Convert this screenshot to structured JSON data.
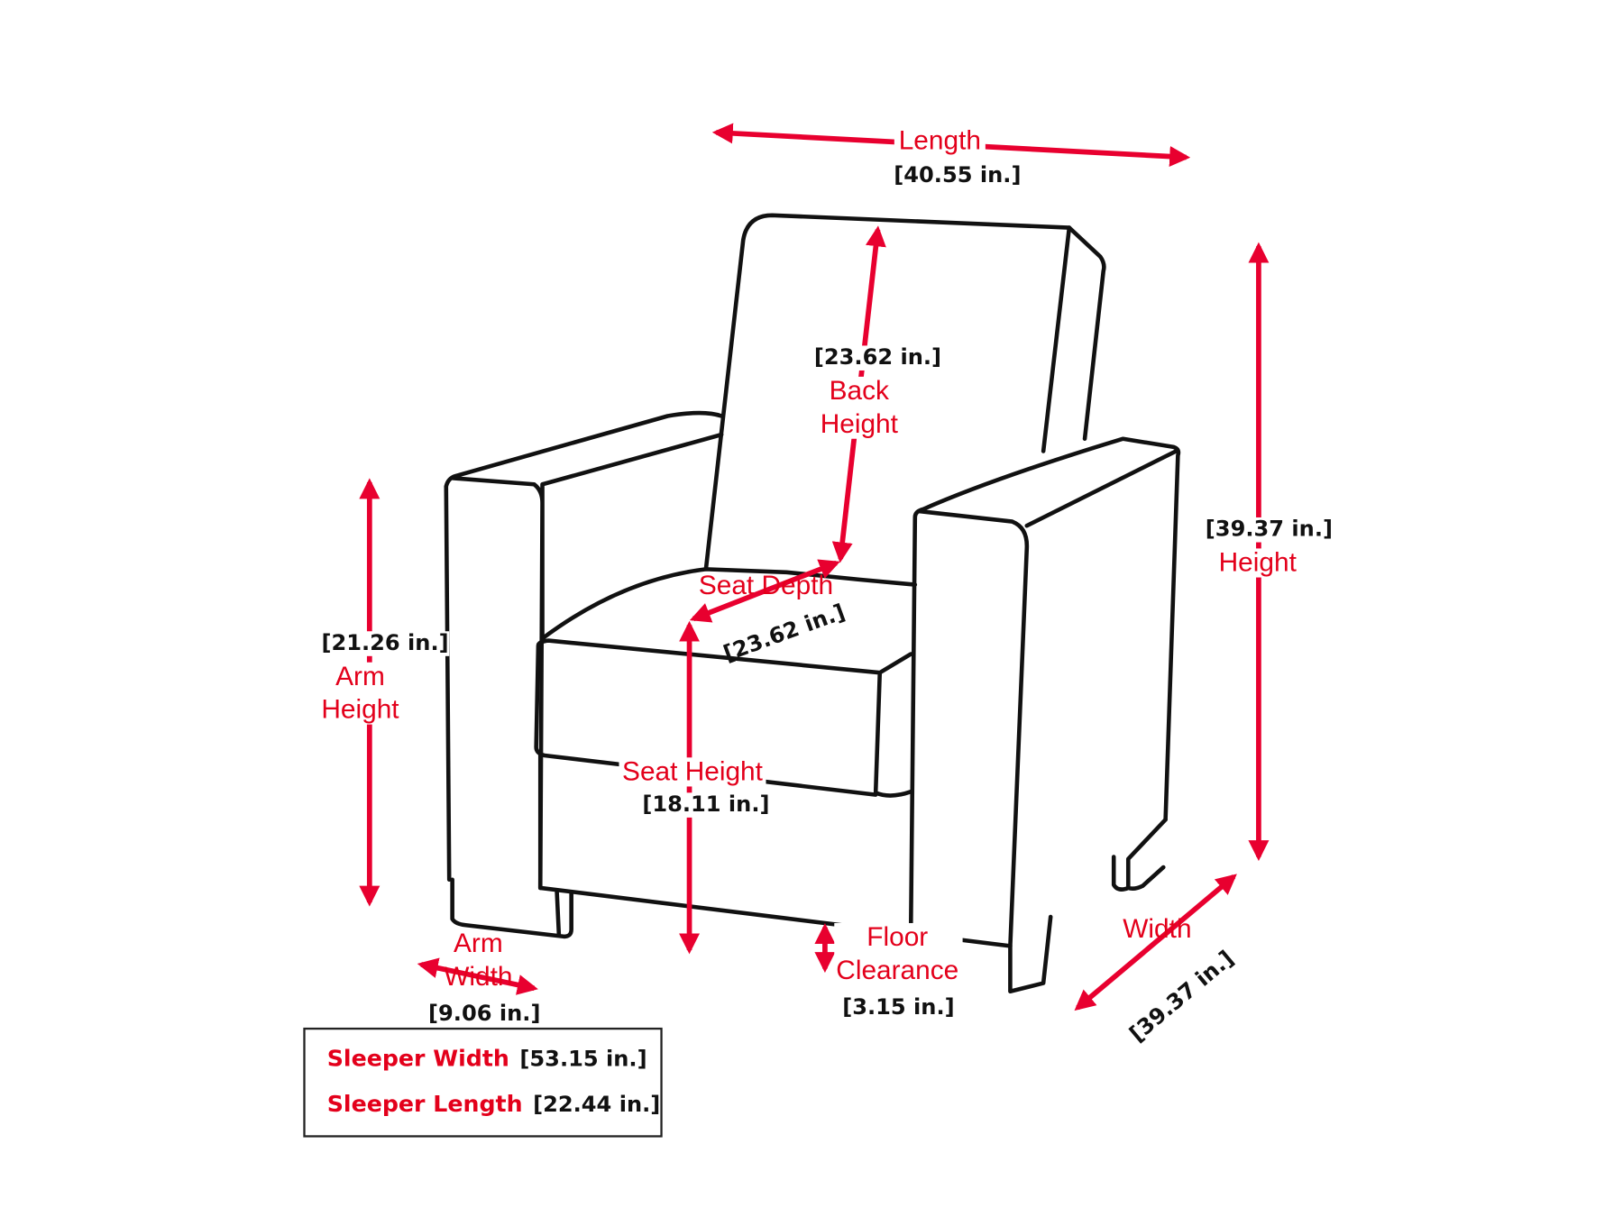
{
  "colors": {
    "dimension_red": "#e8002f",
    "label_red": "#e3001b",
    "outline": "#111111"
  },
  "dimensions": {
    "length": {
      "label": "Length",
      "value": "[40.55 in.]"
    },
    "back_height": {
      "label_line1": "Back",
      "label_line2": "Height",
      "value": "[23.62 in.]"
    },
    "height": {
      "label": "Height",
      "value": "[39.37 in.]"
    },
    "arm_height": {
      "label_line1": "Arm",
      "label_line2": "Height",
      "value": "[21.26 in.]"
    },
    "seat_depth": {
      "label": "Seat Depth",
      "value": "[23.62 in.]"
    },
    "seat_height": {
      "label": "Seat Height",
      "value": "[18.11 in.]"
    },
    "arm_width": {
      "label_line1": "Arm",
      "label_line2": "Width",
      "value": "[9.06 in.]"
    },
    "floor_clearance": {
      "label_line1": "Floor",
      "label_line2": "Clearance",
      "value": "[3.15 in.]"
    },
    "width": {
      "label": "Width",
      "value": "[39.37 in.]"
    }
  },
  "sleeper": {
    "width_label": "Sleeper Width",
    "width_value": "[53.15 in.]",
    "length_label": "Sleeper Length",
    "length_value": "[22.44 in.]"
  }
}
